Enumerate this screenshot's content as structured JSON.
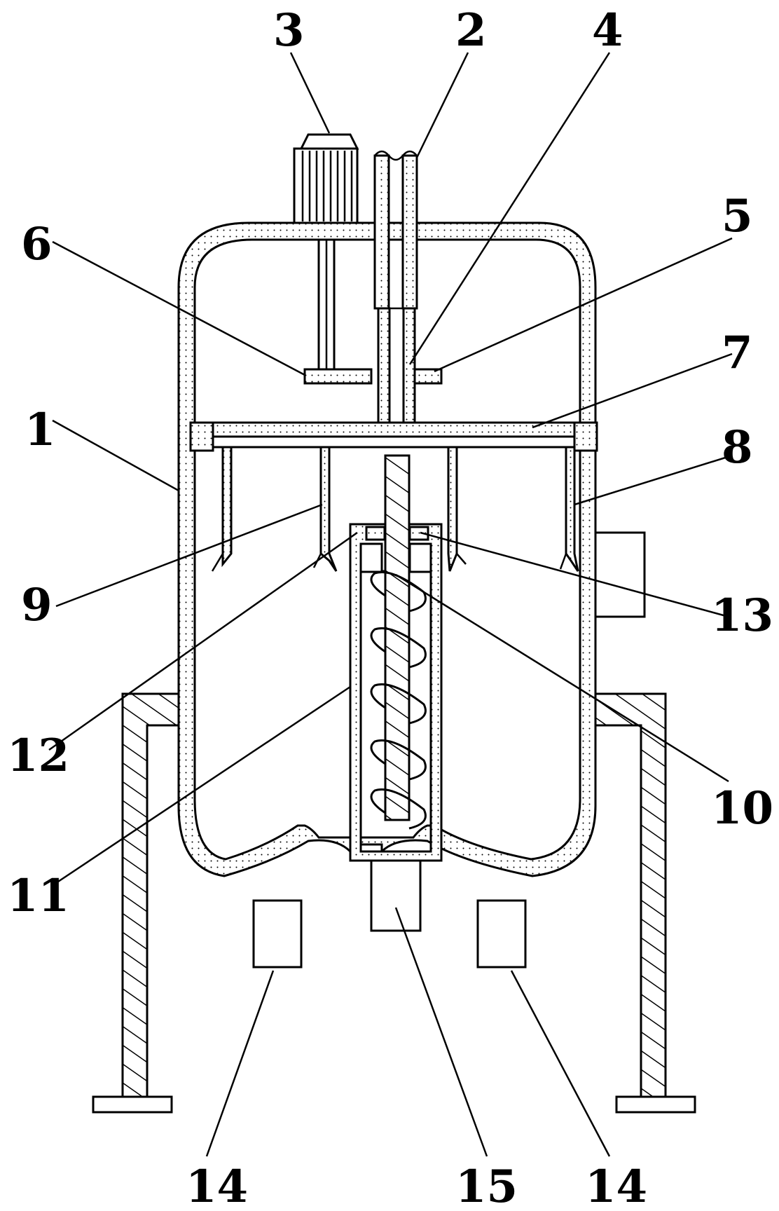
{
  "diagram": {
    "labels": [
      {
        "id": "1",
        "text": "1"
      },
      {
        "id": "2",
        "text": "2"
      },
      {
        "id": "3",
        "text": "3"
      },
      {
        "id": "4",
        "text": "4"
      },
      {
        "id": "5",
        "text": "5"
      },
      {
        "id": "6",
        "text": "6"
      },
      {
        "id": "7",
        "text": "7"
      },
      {
        "id": "8",
        "text": "8"
      },
      {
        "id": "9",
        "text": "9"
      },
      {
        "id": "10",
        "text": "10"
      },
      {
        "id": "11",
        "text": "11"
      },
      {
        "id": "12",
        "text": "12"
      },
      {
        "id": "13",
        "text": "13"
      },
      {
        "id": "14a",
        "text": "14"
      },
      {
        "id": "14b",
        "text": "14"
      },
      {
        "id": "15",
        "text": "15"
      }
    ]
  }
}
